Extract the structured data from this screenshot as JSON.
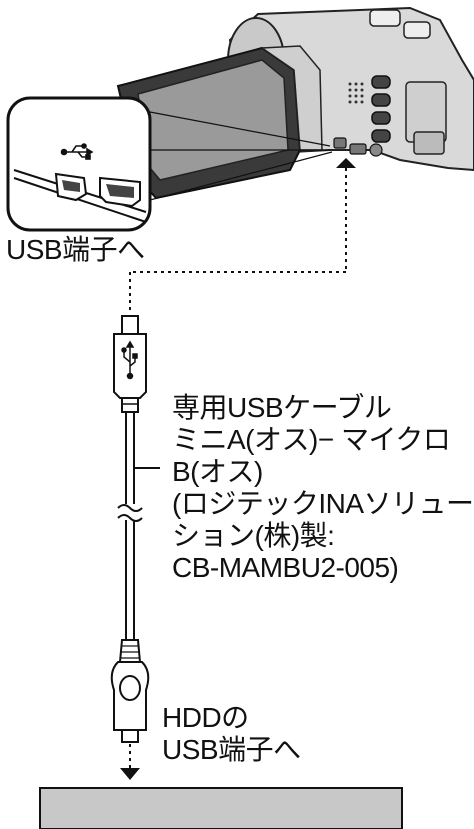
{
  "labels": {
    "camera_port": "USB端子へ",
    "cable_lines": [
      "専用USBケーブル",
      "ミニA(オス)− マイクロ",
      "B(オス)",
      "(ロジテックINAソリュー",
      "ション(株)製:",
      "CB-MAMBU2-005)"
    ],
    "hdd_lines": [
      "HDDの",
      "USB端子へ"
    ]
  },
  "icons": [
    "usb-symbol-icon",
    "usb-symbol-icon"
  ],
  "colors": {
    "device_fill": "#d6d6d6",
    "device_dark": "#4a4a4a",
    "hdd_fill": "#c8c8c8",
    "line": "#111111"
  }
}
